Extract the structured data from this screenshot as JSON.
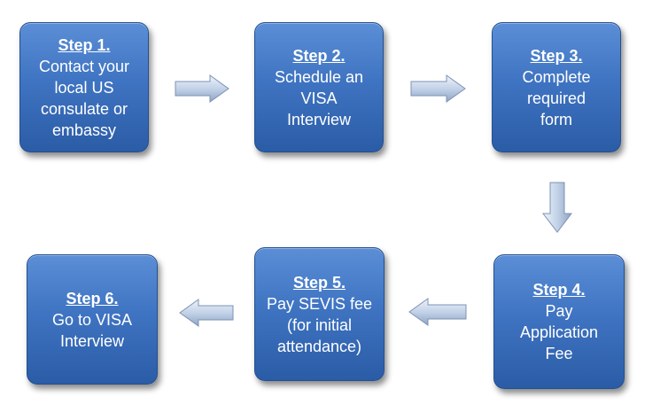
{
  "steps": [
    {
      "title": "Step 1.",
      "text": "Contact your\nlocal US\nconsulate or\nembassy"
    },
    {
      "title": "Step 2.",
      "text": "Schedule an\nVISA\nInterview"
    },
    {
      "title": "Step 3.",
      "text": "Complete\nrequired\nform"
    },
    {
      "title": "Step 4.",
      "text": "Pay\nApplication\nFee"
    },
    {
      "title": "Step 5.",
      "text": "Pay SEVIS fee\n(for initial\nattendance)"
    },
    {
      "title": "Step 6.",
      "text": "Go to VISA\nInterview"
    }
  ],
  "colors": {
    "box": "#3f74c2",
    "box_border": "#24508f",
    "arrow": "#b5c6de",
    "text": "#ffffff"
  },
  "icons": {
    "right": "arrow-right-icon",
    "down": "arrow-down-icon",
    "left": "arrow-left-icon"
  }
}
